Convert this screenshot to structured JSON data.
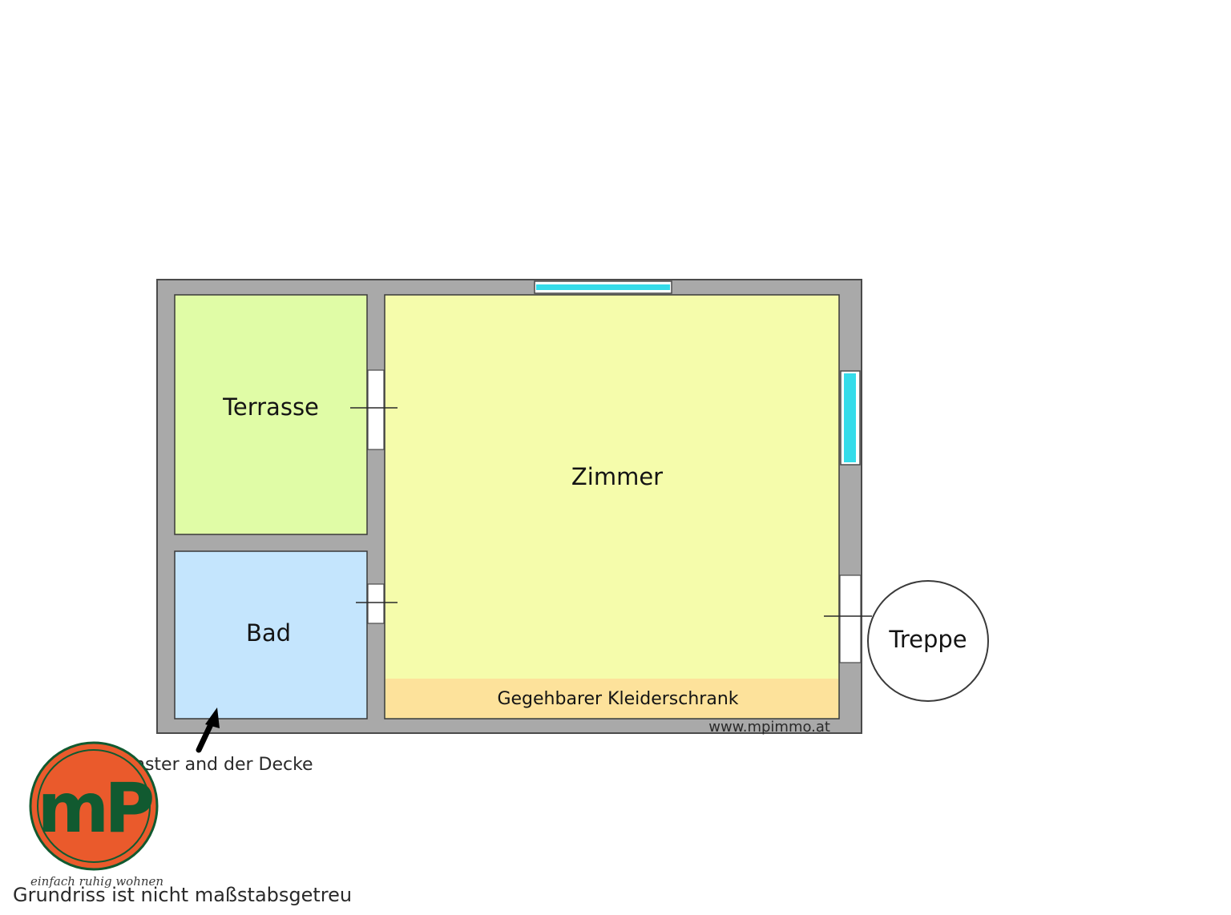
{
  "rooms": {
    "terrasse": "Terrasse",
    "bad": "Bad",
    "zimmer": "Zimmer",
    "kleiderschrank": "Gegehbarer Kleiderschrank",
    "treppe": "Treppe"
  },
  "website": "www.mpimmo.at",
  "note_fenster": "nster and der Decke",
  "disclaimer": "Grundriss ist nicht maßstabsgetreu",
  "logo": {
    "letters": "mP",
    "slogan": "einfach ruhig wohnen"
  },
  "colors": {
    "wall": "#a9a9a9",
    "terrasse": "#e0fca6",
    "bad": "#c4e5fd",
    "zimmer": "#f5fcab",
    "kleiderschrank": "#fde29b",
    "window": "#35dcea",
    "logo_orange": "#ea5a2c",
    "logo_green": "#115a30"
  }
}
